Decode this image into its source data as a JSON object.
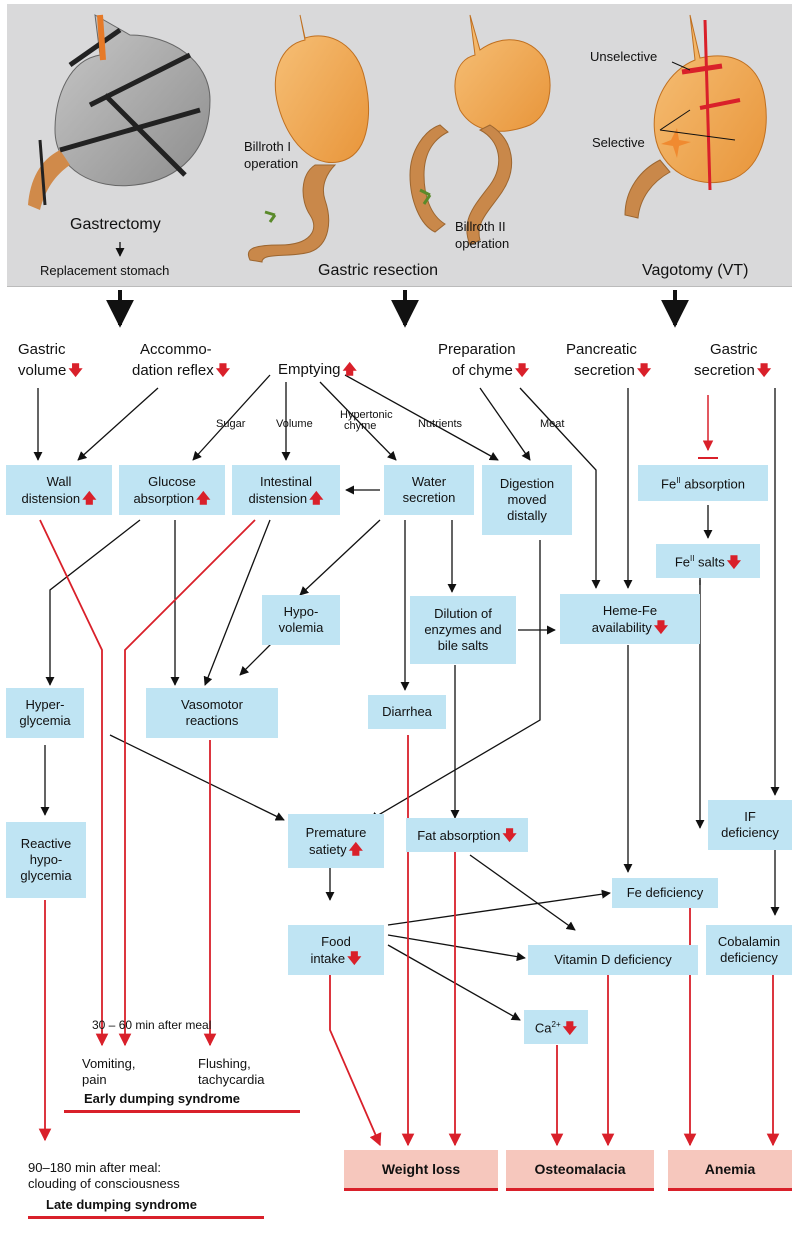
{
  "panel": {
    "gastrectomy": "Gastrectomy",
    "replacement": "Replacement stomach",
    "billroth1": [
      "Billroth I",
      "operation"
    ],
    "billroth2": [
      "Billroth II",
      "operation"
    ],
    "gastric_resection": "Gastric resection",
    "unselective": "Unselective",
    "selective": "Selective",
    "vagotomy": "Vagotomy (VT)"
  },
  "top": {
    "gastric_volume": [
      "Gastric",
      "volume"
    ],
    "accommodation": [
      "Accommo-",
      "dation reflex"
    ],
    "emptying": "Emptying",
    "preparation": [
      "Preparation",
      "of chyme"
    ],
    "pancreatic": [
      "Pancreatic",
      "secretion"
    ],
    "gastric_secretion": [
      "Gastric",
      "secretion"
    ]
  },
  "edges": {
    "sugar": "Sugar",
    "volume": "Volume",
    "hypertonic": [
      "Hypertonic",
      "chyme"
    ],
    "nutrients": "Nutrients",
    "meat": "Meat"
  },
  "boxes": {
    "wall": [
      "Wall",
      "distension"
    ],
    "glucose": [
      "Glucose",
      "absorption"
    ],
    "intestinal": [
      "Intestinal",
      "distension"
    ],
    "water": [
      "Water",
      "secretion"
    ],
    "digestion": [
      "Digestion",
      "moved",
      "distally"
    ],
    "fe_absorption": "Fe",
    "fe_absorption_sup": "II",
    "fe_absorption_rest": " absorption",
    "fe_salts": "Fe",
    "fe_salts_sup": "II",
    "fe_salts_rest": " salts",
    "hypovolemia": [
      "Hypo-",
      "volemia"
    ],
    "dilution": [
      "Dilution of",
      "enzymes and",
      "bile salts"
    ],
    "hemefe": [
      "Heme-Fe",
      "availability"
    ],
    "hyperglycemia": [
      "Hyper-",
      "glycemia"
    ],
    "vasomotor": [
      "Vasomotor",
      "reactions"
    ],
    "diarrhea": "Diarrhea",
    "reactive": [
      "Reactive",
      "hypo-",
      "glycemia"
    ],
    "premature": [
      "Premature",
      "satiety"
    ],
    "fat": "Fat absorption",
    "if_def": [
      "IF",
      "deficiency"
    ],
    "fe_def": "Fe deficiency",
    "food": [
      "Food",
      "intake"
    ],
    "vitd": "Vitamin D deficiency",
    "cobalamin": [
      "Cobalamin",
      "deficiency"
    ],
    "ca": "Ca",
    "ca_sup": "2+"
  },
  "early": {
    "time": "30 – 60 min after meal",
    "vomiting": [
      "Vomiting,",
      "pain"
    ],
    "flushing": [
      "Flushing,",
      "tachycardia"
    ],
    "title": "Early dumping syndrome"
  },
  "late": {
    "time": [
      "90–180 min after meal:",
      "clouding of consciousness"
    ],
    "title": "Late dumping syndrome"
  },
  "outcomes": {
    "weight": "Weight loss",
    "osteo": "Osteomalacia",
    "anemia": "Anemia"
  },
  "symbols": {
    "up": "🡅",
    "down": "🡇"
  },
  "colors": {
    "red": "#d9202a",
    "box": "#bfe4f3",
    "outcome": "#f6c7bd",
    "panel": "#d9d9da",
    "stomach": "#f2b15f"
  }
}
